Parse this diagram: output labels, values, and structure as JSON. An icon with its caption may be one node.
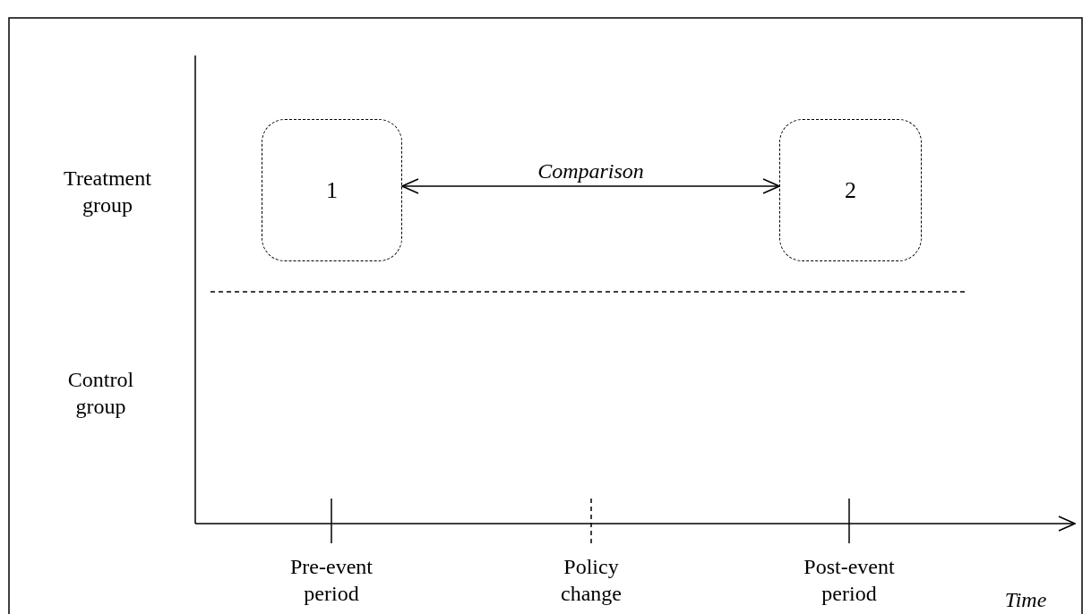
{
  "diagram": {
    "nodes": [
      {
        "text": [
          "1"
        ]
      },
      {
        "text": [
          "2"
        ]
      }
    ],
    "edges": [
      {
        "from": 0,
        "to": 1,
        "arrow": "both",
        "label": "Comparison"
      }
    ],
    "labels": [
      "Treatment group",
      "Control group",
      "Time",
      "Pre-event period",
      "Policy change",
      "Post-event period"
    ]
  }
}
